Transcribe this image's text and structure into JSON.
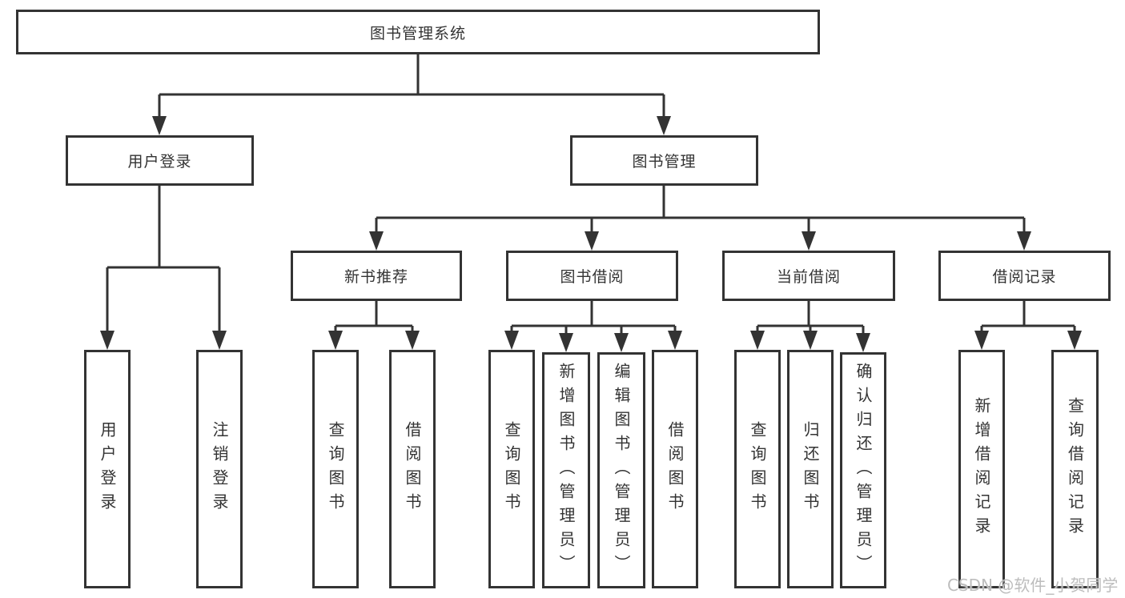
{
  "diagram_type": "hierarchy-tree",
  "tree": {
    "label": "图书管理系统",
    "children": [
      {
        "label": "用户登录",
        "children": [
          {
            "label": "用户登录"
          },
          {
            "label": "注销登录"
          }
        ]
      },
      {
        "label": "图书管理",
        "children": [
          {
            "label": "新书推荐",
            "children": [
              {
                "label": "查询图书"
              },
              {
                "label": "借阅图书"
              }
            ]
          },
          {
            "label": "图书借阅",
            "children": [
              {
                "label": "查询图书"
              },
              {
                "label": "新增图书（管理员）"
              },
              {
                "label": "编辑图书（管理员）"
              },
              {
                "label": "借阅图书"
              }
            ]
          },
          {
            "label": "当前借阅",
            "children": [
              {
                "label": "查询图书"
              },
              {
                "label": "归还图书"
              },
              {
                "label": "确认归还（管理员）"
              }
            ]
          },
          {
            "label": "借阅记录",
            "children": [
              {
                "label": "新增借阅记录"
              },
              {
                "label": "查询借阅记录"
              }
            ]
          }
        ]
      }
    ]
  },
  "watermark": {
    "text": "CSDN @软件_小贺同学"
  },
  "colors": {
    "line": "#333333",
    "text": "#333333",
    "box-bg": "#ffffff",
    "background": "#ffffff",
    "watermark": "#bdbdbd"
  }
}
